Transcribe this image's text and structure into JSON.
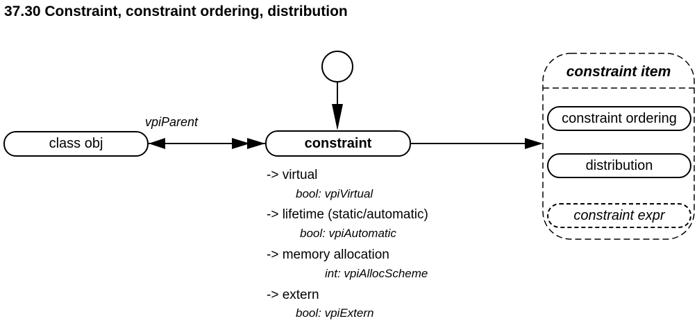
{
  "title": "37.30 Constraint, constraint ordering, distribution",
  "nodes": {
    "class_obj": "class obj",
    "constraint": "constraint",
    "group_title": "constraint item",
    "constraint_ordering": "constraint ordering",
    "distribution": "distribution",
    "constraint_expr": "constraint expr"
  },
  "edge_label": "vpiParent",
  "properties": [
    {
      "label": "-> virtual",
      "detail": "bool: vpiVirtual"
    },
    {
      "label": "-> lifetime (static/automatic)",
      "detail": "bool: vpiAutomatic"
    },
    {
      "label": "-> memory allocation",
      "detail": "int: vpiAllocScheme"
    },
    {
      "label": "-> extern",
      "detail": "bool: vpiExtern"
    }
  ]
}
